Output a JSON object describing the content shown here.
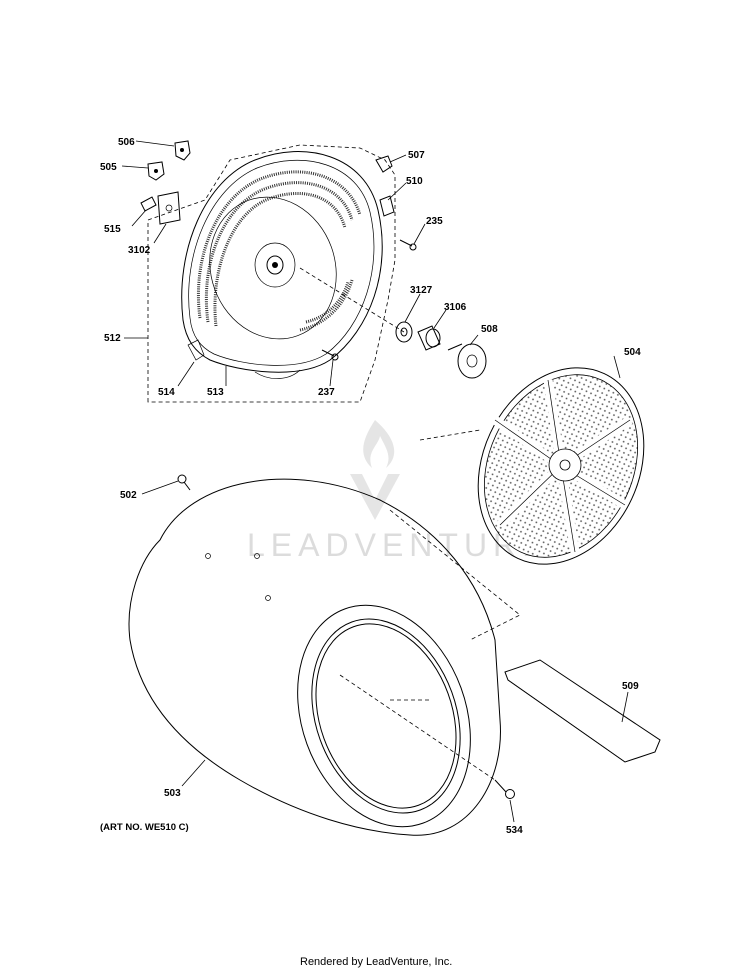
{
  "parts": [
    {
      "id": "506",
      "label": "506"
    },
    {
      "id": "505",
      "label": "505"
    },
    {
      "id": "507",
      "label": "507"
    },
    {
      "id": "510",
      "label": "510"
    },
    {
      "id": "235",
      "label": "235"
    },
    {
      "id": "515",
      "label": "515"
    },
    {
      "id": "3102",
      "label": "3102"
    },
    {
      "id": "3127",
      "label": "3127"
    },
    {
      "id": "3106",
      "label": "3106"
    },
    {
      "id": "508",
      "label": "508"
    },
    {
      "id": "512",
      "label": "512"
    },
    {
      "id": "514",
      "label": "514"
    },
    {
      "id": "513",
      "label": "513"
    },
    {
      "id": "237",
      "label": "237"
    },
    {
      "id": "504",
      "label": "504"
    },
    {
      "id": "502",
      "label": "502"
    },
    {
      "id": "509",
      "label": "509"
    },
    {
      "id": "503",
      "label": "503"
    },
    {
      "id": "534",
      "label": "534"
    }
  ],
  "art_number": "(ART NO. WE510 C)",
  "watermark": {
    "text": "LEADVENTURE"
  },
  "footer": {
    "text": "Rendered by LeadVenture, Inc."
  }
}
